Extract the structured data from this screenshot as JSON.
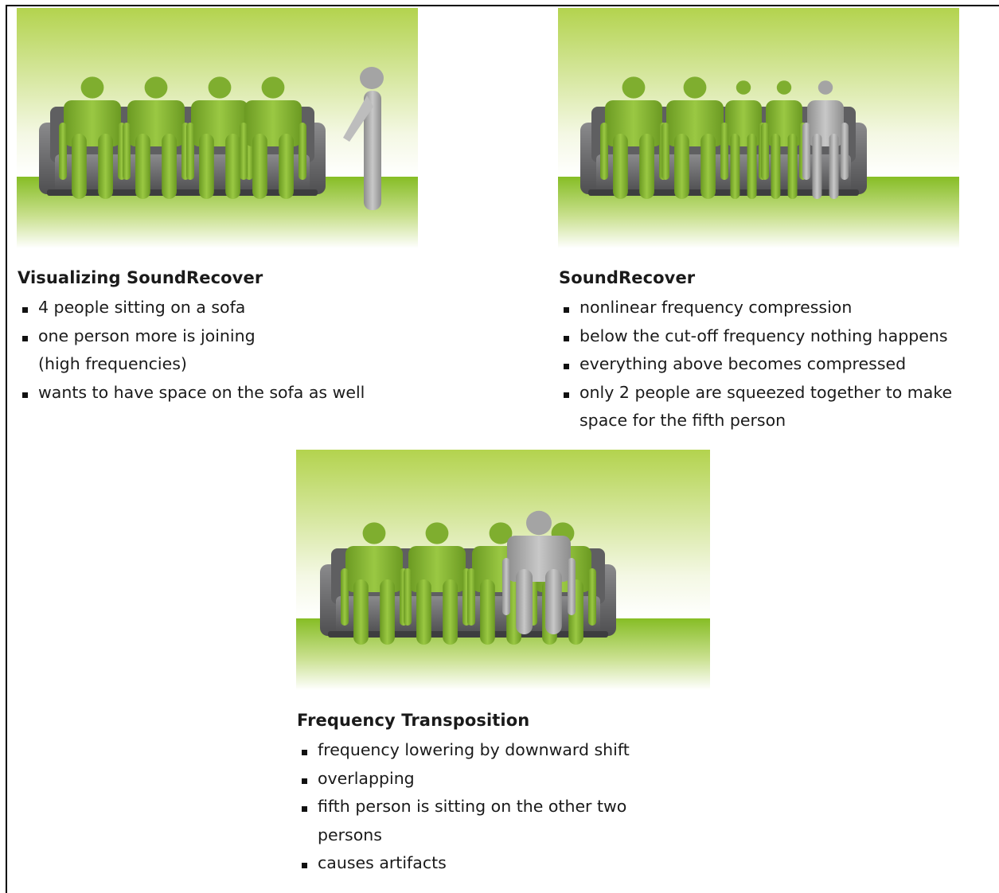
{
  "panels": [
    {
      "id": "visualizing",
      "title": "Visualizing SoundRecover",
      "bullets": [
        {
          "line1": "4 people sitting on a sofa",
          "line2": ""
        },
        {
          "line1": "one person more is joining",
          "line2": "(high frequencies)"
        },
        {
          "line1": "wants to have space on the sofa as well",
          "line2": ""
        }
      ]
    },
    {
      "id": "soundrecover",
      "title": "SoundRecover",
      "bullets": [
        {
          "line1": "nonlinear frequency compression",
          "line2": ""
        },
        {
          "line1": "below the cut-off frequency nothing happens",
          "line2": ""
        },
        {
          "line1": "everything above becomes compressed",
          "line2": ""
        },
        {
          "line1": "only 2 people are squeezed together to make",
          "line2": "space for the fifth person"
        }
      ]
    },
    {
      "id": "transposition",
      "title": "Frequency Transposition",
      "bullets": [
        {
          "line1": "frequency lowering by downward shift",
          "line2": ""
        },
        {
          "line1": "overlapping",
          "line2": ""
        },
        {
          "line1": "fifth person is sitting on the other two",
          "line2": "persons"
        },
        {
          "line1": "causes artifacts",
          "line2": ""
        }
      ]
    }
  ],
  "colors": {
    "person_green": "#7fae2f",
    "person_gray": "#a4a4a4",
    "sofa_gray": "#6e6e70",
    "ground_green": "#86bd25",
    "sky_top": "#b3d34e",
    "sky_bottom": "#ffffff"
  }
}
